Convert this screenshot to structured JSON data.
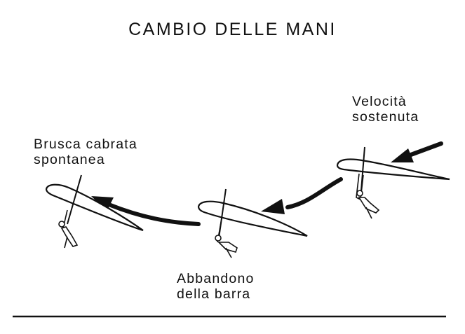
{
  "title": "CAMBIO DELLE MANI",
  "labels": {
    "speed": {
      "line1": "Velocità",
      "line2": "sostenuta"
    },
    "pitch_up": {
      "line1": "Brusca cabrata",
      "line2": "spontanea"
    },
    "release": {
      "line1": "Abbandono",
      "line2": "della barra"
    }
  },
  "colors": {
    "ink": "#111111",
    "background": "#ffffff"
  }
}
